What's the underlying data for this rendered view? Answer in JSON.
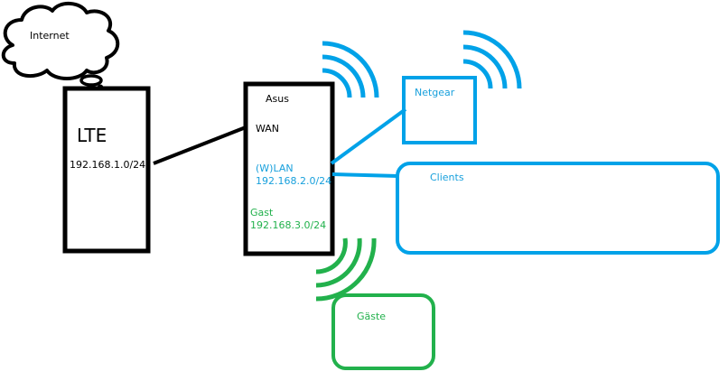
{
  "colors": {
    "black": "#000000",
    "blue": "#00a2e8",
    "green": "#22b14c"
  },
  "internet": {
    "label": "Internet"
  },
  "lte": {
    "title": "LTE",
    "subnet": "192.168.1.0/24"
  },
  "asus": {
    "title": "Asus",
    "wan": "WAN",
    "wlan_label": "(W)LAN",
    "wlan_subnet": "192.168.2.0/24",
    "guest_label": "Gast",
    "guest_subnet": "192.168.3.0/24"
  },
  "netgear": {
    "label": "Netgear"
  },
  "clients": {
    "label": "Clients"
  },
  "guests": {
    "label": "Gäste"
  }
}
